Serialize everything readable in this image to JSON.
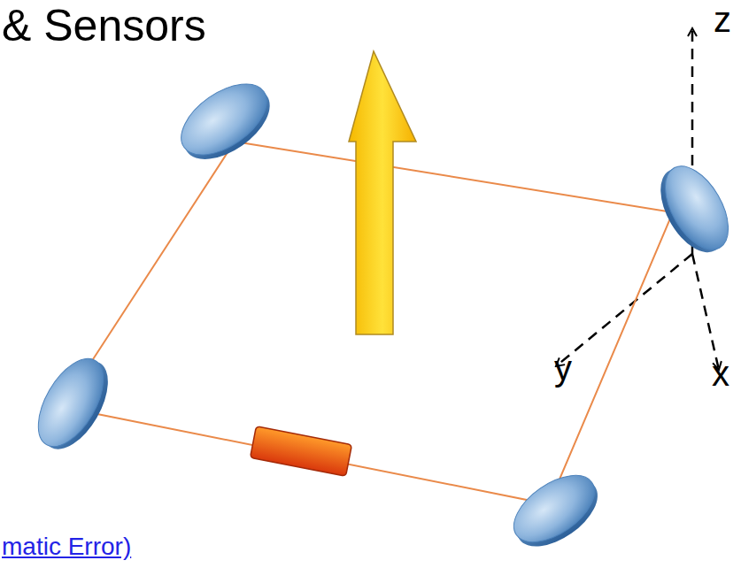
{
  "diagram": {
    "title": "& Sensors",
    "labels": [
      "z",
      "y",
      "x",
      "matic Error)"
    ]
  }
}
